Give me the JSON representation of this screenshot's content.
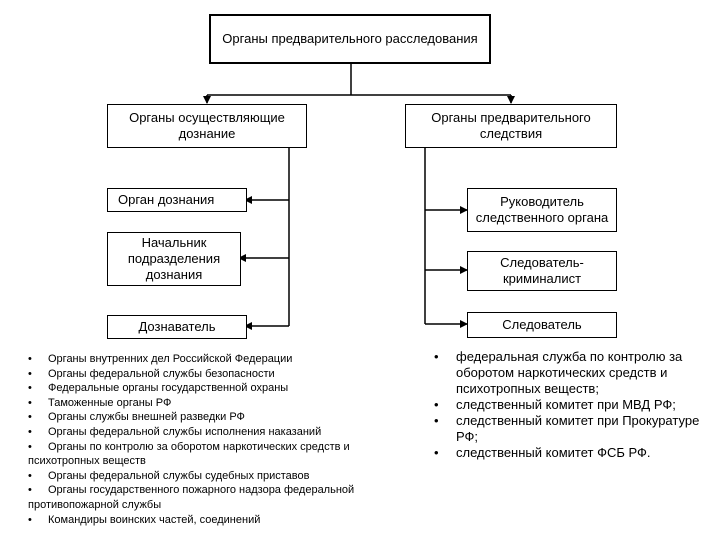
{
  "root": {
    "label": "Органы предварительного расследования"
  },
  "left_branch": {
    "title": "Органы осуществляющие дознание",
    "items": [
      "Орган дознания",
      "Начальник подразделения дознания",
      "Дознаватель"
    ]
  },
  "right_branch": {
    "title": "Органы предварительного следствия",
    "items": [
      "Руководитель следственного органа",
      "Следователь-криминалист",
      "Следователь"
    ]
  },
  "left_list": {
    "bullet": "•",
    "items": [
      "Органы внутренних дел Российской Федерации",
      "Органы федеральной службы безопасности",
      "Федеральные органы государственной охраны",
      "Таможенные органы РФ",
      "Органы службы внешней разведки РФ",
      "Органы федеральной службы исполнения наказаний",
      "Органы по контролю за оборотом наркотических средств и психотропных веществ",
      "Органы федеральной службы судебных приставов",
      "Органы государственного пожарного надзора федеральной противопожарной службы",
      "Командиры воинских частей, соединений"
    ]
  },
  "right_list": {
    "bullet": "•",
    "items": [
      "федеральная служба по контролю за оборотом наркотических средств и психотропных веществ;",
      "следственный комитет при МВД РФ;",
      "следственный комитет при Прокуратуре РФ;",
      "следственный комитет ФСБ РФ."
    ]
  }
}
